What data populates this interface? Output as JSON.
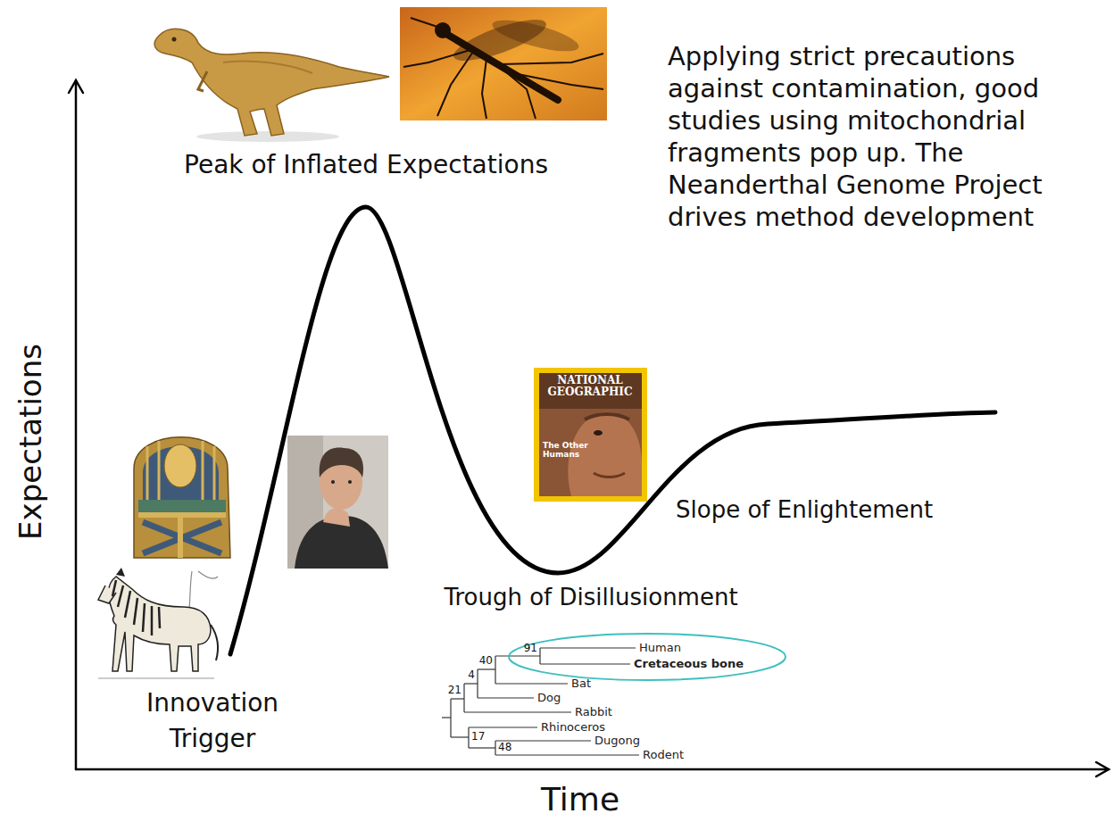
{
  "diagram": {
    "labels": [
      "Expectations",
      "Time",
      "Peak of Inflated Expectations",
      "Applying strict precautions against contamination, good studies using mitochondrial fragments pop up. The Neanderthal Genome Project drives method development",
      "NATIONAL GEOGRAPHIC",
      "The Other Humans",
      "Slope of Enlightement",
      "Trough of Disillusionment",
      "Innovation Trigger",
      "91",
      "40",
      "4",
      "21",
      "17",
      "48",
      "Human",
      "Cretaceous bone",
      "Bat",
      "Dog",
      "Rabbit",
      "Rhinoceros",
      "Dugong",
      "Rodent"
    ]
  }
}
